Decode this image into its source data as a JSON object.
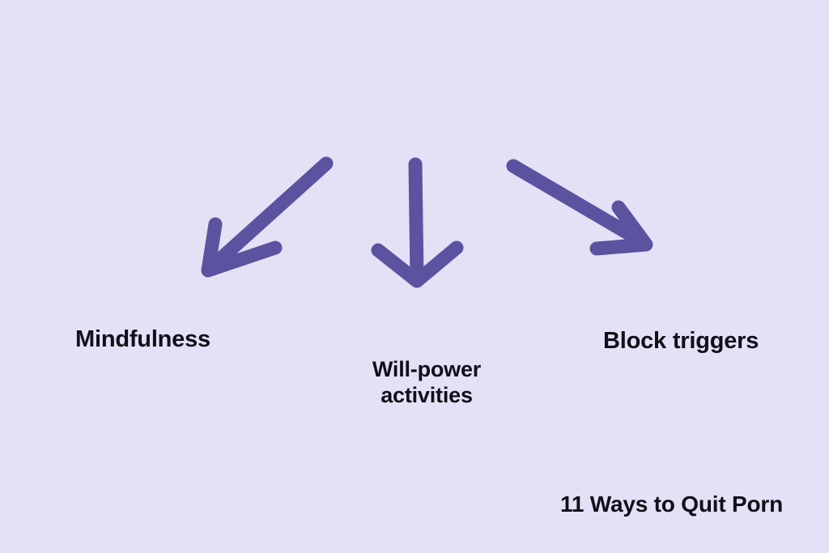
{
  "slide": {
    "background_color": "#e4e1f7",
    "text_color": "#111018",
    "arrow_color": "#5b53a0"
  },
  "labels": {
    "left": "Mindfulness",
    "center_line1": "Will-power",
    "center_line2": "activities",
    "right": "Block triggers"
  },
  "caption": "11 Ways to Quit Porn",
  "arrows": [
    {
      "name": "arrow-down-left",
      "direction": "down-left",
      "points_to": "Mindfulness"
    },
    {
      "name": "arrow-down",
      "direction": "down",
      "points_to": "Will-power activities"
    },
    {
      "name": "arrow-down-right",
      "direction": "down-right",
      "points_to": "Block triggers"
    }
  ]
}
